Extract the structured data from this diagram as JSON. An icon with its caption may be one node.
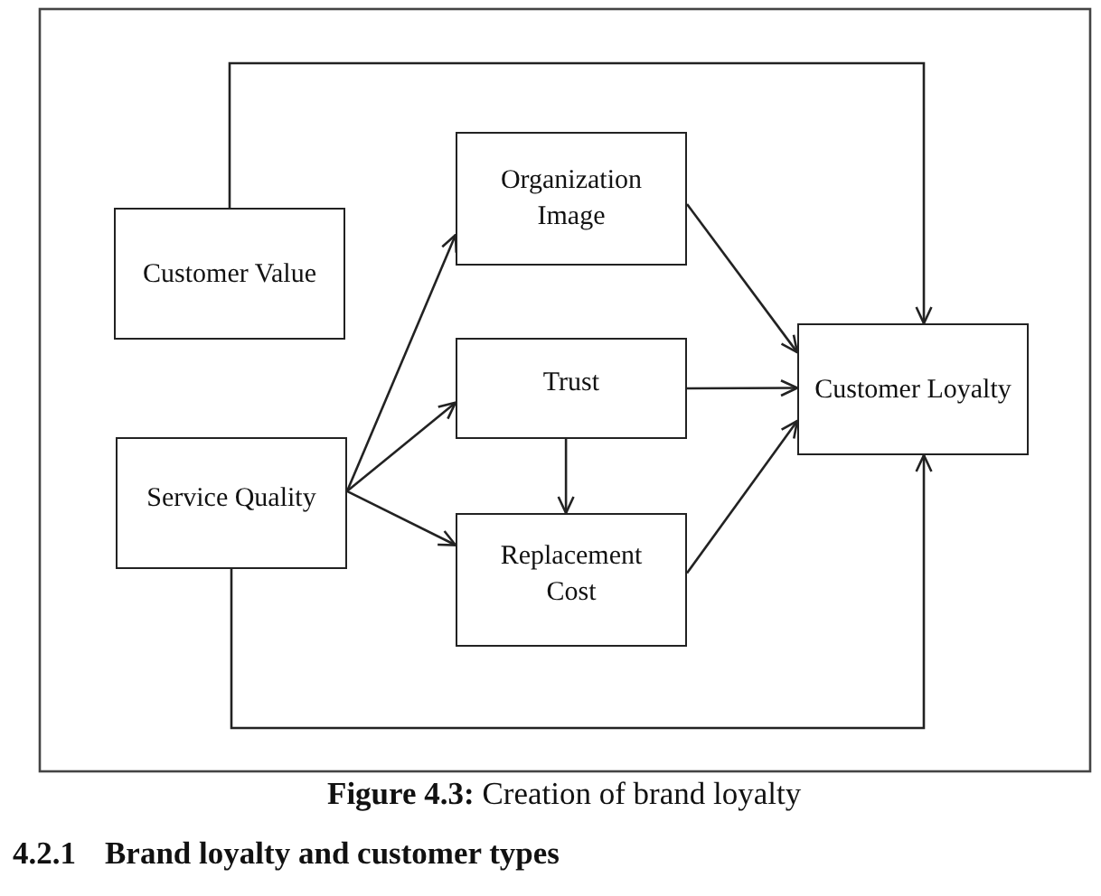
{
  "diagram": {
    "caption": "**Figure 4.3:** Creation of brand loyalty",
    "nodes": [
      {
        "text": [
          "Customer Value"
        ]
      },
      {
        "text": [
          "Service Quality"
        ]
      },
      {
        "text": [
          "Organization Image"
        ]
      },
      {
        "text": [
          "Trust"
        ]
      },
      {
        "text": [
          "Replacement Cost"
        ]
      },
      {
        "text": [
          "Customer Loyalty"
        ]
      }
    ],
    "edges": [
      {
        "from": 0,
        "to": 5,
        "arrow": "to"
      },
      {
        "from": 1,
        "to": 2,
        "arrow": "to"
      },
      {
        "from": 1,
        "to": 3,
        "arrow": "to"
      },
      {
        "from": 1,
        "to": 4,
        "arrow": "to"
      },
      {
        "from": 2,
        "to": 5,
        "arrow": "to"
      },
      {
        "from": 3,
        "to": 5,
        "arrow": "to"
      },
      {
        "from": 3,
        "to": 4,
        "arrow": "to"
      },
      {
        "from": 4,
        "to": 5,
        "arrow": "to"
      },
      {
        "from": 1,
        "to": 5,
        "arrow": "to"
      }
    ],
    "labels": [
      "4.2.1",
      "Brand loyalty and customer types"
    ]
  }
}
